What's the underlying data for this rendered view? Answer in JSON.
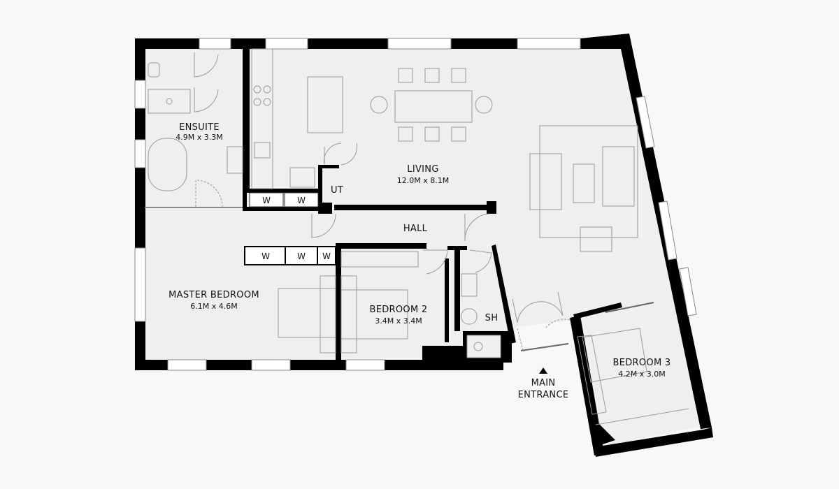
{
  "rooms": {
    "ensuite": {
      "name": "ENSUITE",
      "size": "4.9M x 3.3M"
    },
    "living": {
      "name": "LIVING",
      "size": "12.0M x 8.1M"
    },
    "utility": {
      "name": "UT"
    },
    "hall": {
      "name": "HALL"
    },
    "master": {
      "name": "MASTER BEDROOM",
      "size": "6.1M x 4.6M"
    },
    "bedroom2": {
      "name": "BEDROOM 2",
      "size": "3.4M x 3.4M"
    },
    "shower": {
      "name": "SH"
    },
    "bedroom3": {
      "name": "BEDROOM 3",
      "size": "4.2M x 3.0M"
    }
  },
  "wardrobe_label": "W",
  "entrance": {
    "line1": "MAIN",
    "line2": "ENTRANCE"
  },
  "colors": {
    "wall": "#000000",
    "floor": "#efefef",
    "background": "#f8f8f8"
  }
}
